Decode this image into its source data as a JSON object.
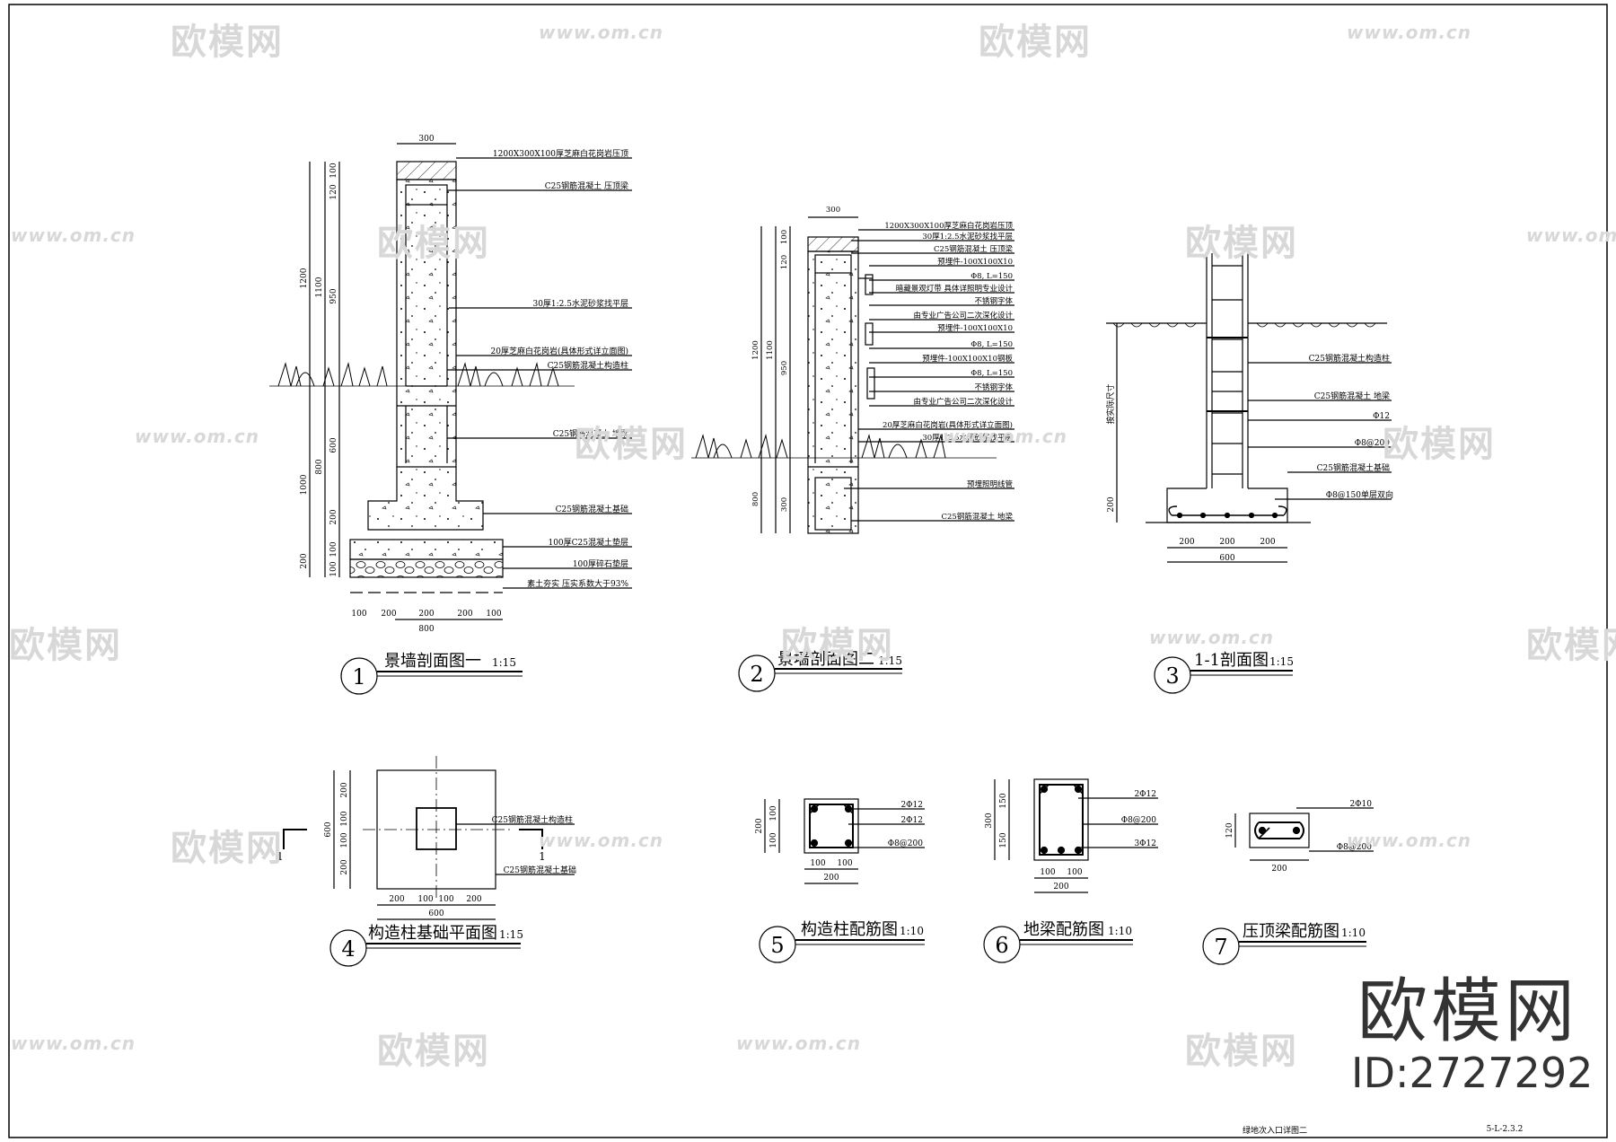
{
  "titles": {
    "d1": "景墙剖面图一",
    "d1_scale": "1:15",
    "d1_num": "1",
    "d2": "景墙剖面图二",
    "d2_scale": "1:15",
    "d2_num": "2",
    "d3": "1-1剖面图",
    "d3_scale": "1:15",
    "d3_num": "3",
    "d4": "构造柱基础平面图",
    "d4_scale": "1:15",
    "d4_num": "4",
    "d5": "构造柱配筋图",
    "d5_scale": "1:10",
    "d5_num": "5",
    "d6": "地梁配筋图",
    "d6_scale": "1:10",
    "d6_num": "6",
    "d7": "压顶梁配筋图",
    "d7_scale": "1:10",
    "d7_num": "7"
  },
  "d1_labels": [
    "1200X300X100厚芝麻白花岗岩压顶",
    "C25钢筋混凝土 压顶梁",
    "30厚1:2.5水泥砂浆找平层",
    "20厚芝麻白花岗岩(具体形式详立面图)",
    "C25钢筋混凝土构造柱",
    "C25钢筋混凝土 地梁",
    "C25钢筋混凝土基础",
    "100厚C25混凝土垫层",
    "100厚碎石垫层",
    "素土夯实 压实系数大于93%"
  ],
  "d1_dims": {
    "top": "300",
    "bottom_total": "800",
    "bottom": [
      "100",
      "200",
      "200",
      "200",
      "100"
    ],
    "left_outer": [
      "1200",
      "1000",
      "200"
    ],
    "left_mid": [
      "1100",
      "800"
    ],
    "left_inner": [
      "100",
      "120",
      "950",
      "600",
      "200",
      "100",
      "100"
    ]
  },
  "d2_labels": [
    "1200X300X100厚芝麻白花岗岩压顶",
    "30厚1:2.5水泥砂浆找平层",
    "C25钢筋混凝土 压顶梁",
    "预埋件-100X100X10",
    "Φ8, L=150",
    "暗藏景观灯带 具体详照明专业设计",
    "不锈钢字体",
    "由专业广告公司二次深化设计",
    "预埋件-100X100X10",
    "Φ8, L=150",
    "预埋件-100X100X10钢板",
    "Φ8, L=150",
    "不锈钢字体",
    "由专业广告公司二次深化设计",
    "20厚芝麻白花岗岩(具体形式详立面图)",
    "30厚1:2.5水泥砂浆找平层",
    "预埋照明线管",
    "C25钢筋混凝土 地梁"
  ],
  "d2_dims": {
    "top": "300",
    "left_outer": [
      "1200",
      "800"
    ],
    "left_mid": [
      "1100",
      "950",
      "300"
    ],
    "left_inner": [
      "100",
      "120"
    ]
  },
  "d3_labels": [
    "C25钢筋混凝土构造柱",
    "C25钢筋混凝土 地梁",
    "Φ12",
    "Φ8@200",
    "C25钢筋混凝土基础",
    "Φ8@150单层双向"
  ],
  "d3_dims": {
    "bottom": [
      "200",
      "200",
      "200"
    ],
    "total": "600",
    "left": [
      "按实际尺寸",
      "200"
    ]
  },
  "d4_labels": [
    "C25钢筋混凝土构造柱",
    "C25钢筋混凝土基础"
  ],
  "d4_dims": {
    "left_total": "600",
    "left": [
      "200",
      "100",
      "100",
      "200"
    ],
    "bottom": [
      "200",
      "100",
      "100",
      "200"
    ],
    "bottom_total": "600",
    "cut": "1"
  },
  "d5_labels": [
    "2Φ12",
    "2Φ12",
    "Φ8@200"
  ],
  "d5_dims": {
    "left": [
      "200",
      "100",
      "100"
    ],
    "bottom": [
      "100",
      "100"
    ],
    "bottom_total": "200"
  },
  "d6_labels": [
    "2Φ12",
    "Φ8@200",
    "3Φ12"
  ],
  "d6_dims": {
    "left": [
      "300",
      "150",
      "150"
    ],
    "bottom": [
      "100",
      "100"
    ],
    "bottom_total": "200"
  },
  "d7_labels": [
    "2Φ10",
    "Φ8@200"
  ],
  "d7_dims": {
    "left": "120",
    "bottom": "200"
  },
  "footer": {
    "sheet_title": "绿地次入口详图二",
    "sheet_no": "5-L-2.3.2"
  },
  "watermark": {
    "logo": "欧模网",
    "url": "www.om.cn",
    "brand": "欧模网",
    "id": "ID:2727292"
  }
}
